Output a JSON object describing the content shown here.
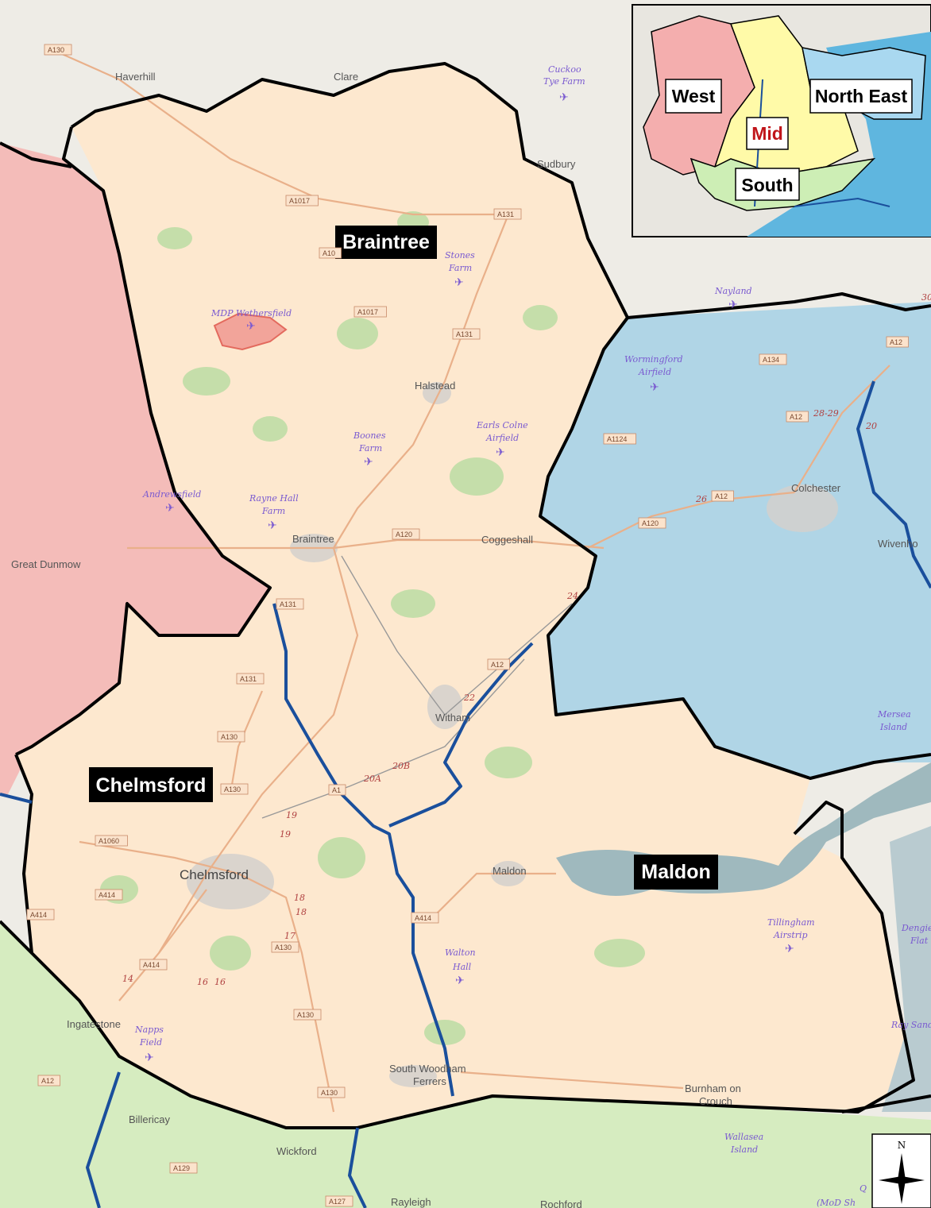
{
  "districts": {
    "braintree": "Braintree",
    "chelmsford": "Chelmsford",
    "maldon": "Maldon"
  },
  "inset": {
    "west": "West",
    "mid": "Mid",
    "north_east": "North East",
    "south": "South"
  },
  "compass": {
    "north": "N"
  },
  "towns": {
    "haverhill": "Haverhill",
    "clare": "Clare",
    "sudbury": "Sudbury",
    "halstead": "Halstead",
    "braintree": "Braintree",
    "coggeshall": "Coggeshall",
    "great_dunmow": "Great Dunmow",
    "colchester": "Colchester",
    "wivenhoe": "Wivenho",
    "witham": "Witham",
    "chelmsford": "Chelmsford",
    "maldon": "Maldon",
    "ingatestone": "Ingatestone",
    "billericay": "Billericay",
    "wickford": "Wickford",
    "rayleigh": "Rayleigh",
    "south_woodham_1": "South Woodham",
    "south_woodham_2": "Ferrers",
    "burnham_1": "Burnham on",
    "burnham_2": "Crouch",
    "rochford": "Rochford"
  },
  "airfields": {
    "cuckoo_1": "Cuckoo",
    "cuckoo_2": "Tye Farm",
    "stones_1": "Stones",
    "stones_2": "Farm",
    "wethersfield": "MDP Wethersfield",
    "nayland": "Nayland",
    "wormingford_1": "Wormingford",
    "wormingford_2": "Airfield",
    "boones_1": "Boones",
    "boones_2": "Farm",
    "earls_1": "Earls Colne",
    "earls_2": "Airfield",
    "andrewsfield": "Andrewsfield",
    "rayne_1": "Rayne Hall",
    "rayne_2": "Farm",
    "mersea_1": "Mersea",
    "mersea_2": "Island",
    "tillingham_1": "Tillingham",
    "tillingham_2": "Airstrip",
    "walton_1": "Walton",
    "walton_2": "Hall",
    "napps_1": "Napps",
    "napps_2": "Field",
    "dengie_1": "Dengie",
    "dengie_2": "Flat",
    "ray_sand": "Ray Sand",
    "wallasea_1": "Wallasea",
    "wallasea_2": "Island",
    "mod_1": "Q",
    "mod_2": "(MoD Sh"
  },
  "roads": {
    "a130_top": "A130",
    "a1017_a": "A1017",
    "a131_a": "A131",
    "a10": "A10",
    "a1017_b": "A1017",
    "a131_b": "A131",
    "a12_a": "A12",
    "a134": "A134",
    "a12_b": "A12",
    "a1124": "A1124",
    "a12_c": "A12",
    "a120_a": "A120",
    "a120_b": "A120",
    "a131_c": "A131",
    "a131_d": "A131",
    "a12_d": "A12",
    "a130_a": "A130",
    "a130_b": "A130",
    "a1060": "A1060",
    "a414_a": "A414",
    "a414_b": "A414",
    "a414_c": "A414",
    "a414_d": "A414",
    "a130_c": "A130",
    "a130_d": "A130",
    "a130_e": "A130",
    "a12_e": "A12",
    "a129": "A129",
    "a127": "A127",
    "a1_frag": "A1"
  },
  "junctions": {
    "j24": "24",
    "j22": "22",
    "j20b": "20B",
    "j20a": "20A",
    "j19a": "19",
    "j19b": "19",
    "j18a": "18",
    "j18b": "18",
    "j17": "17",
    "j16a": "16",
    "j16b": "16",
    "j14": "14",
    "j28_29": "28-29",
    "j26": "26",
    "j30": "30",
    "j20": "20"
  },
  "colors": {
    "study_area": "#fde9d1",
    "west_district": "#f4aeae",
    "north_east_district": "#a8d4e8",
    "south_district": "#cfe9b5",
    "boundary": "#000000",
    "blue_boundary": "#1a4f9c",
    "label_bg": "#000000",
    "estuary": "#8aa7b0"
  }
}
